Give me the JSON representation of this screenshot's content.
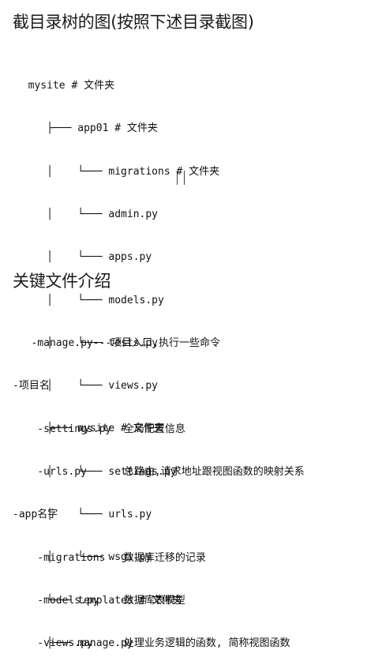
{
  "section_tree": {
    "title": "截目录树的图(按照下述目录截图)",
    "lines": [
      "  mysite # 文件夹",
      "     ├─── app01 # 文件夹",
      "     │    └─── migrations # 文件夹",
      "     │    └─── admin.py",
      "     │    └─── apps.py",
      "     │    └─── models.py",
      "     │    └─── tests.py",
      "     │    └─── views.py",
      "     ├─── mysite # 文件夹",
      "     │    └─── settings.py",
      "     │    └─── urls.py",
      "     │    └─── wsgi.py",
      "     └─── templates # 文件夹",
      "     ├─── manage.py"
    ]
  },
  "section_files": {
    "title": "关键文件介绍",
    "lines": [
      "   -manage.py---项目入口,执行一些命令",
      "-项目名",
      "    -settings.py  全局配置信息",
      "    -urls.py      总路由,请求地址跟视图函数的映射关系",
      "-app名字",
      "    -migrations   数据库迁移的记录",
      "    -models.py    数据库表模型",
      "    -views.py     处理业务逻辑的函数, 简称视图函数"
    ]
  }
}
